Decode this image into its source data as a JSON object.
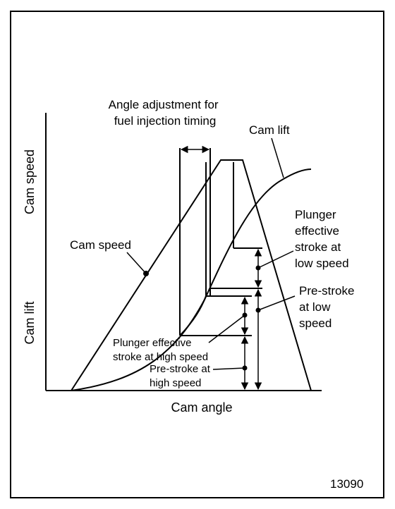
{
  "figure": {
    "axis_labels": {
      "x": "Cam angle",
      "y_upper": "Cam speed",
      "y_lower": "Cam lift"
    },
    "annotations": {
      "angle_adjustment": [
        "Angle adjustment for",
        "fuel injection timing"
      ],
      "cam_lift": "Cam lift",
      "cam_speed": "Cam speed",
      "plunger_low": [
        "Plunger",
        "effective",
        "stroke at",
        "low speed"
      ],
      "prestroke_low": [
        "Pre-stroke",
        "at low",
        "speed"
      ],
      "plunger_high": [
        "Plunger effective",
        "stroke at high speed"
      ],
      "prestroke_high": [
        "Pre-stroke at",
        "high speed"
      ]
    },
    "figure_number": "13090"
  }
}
